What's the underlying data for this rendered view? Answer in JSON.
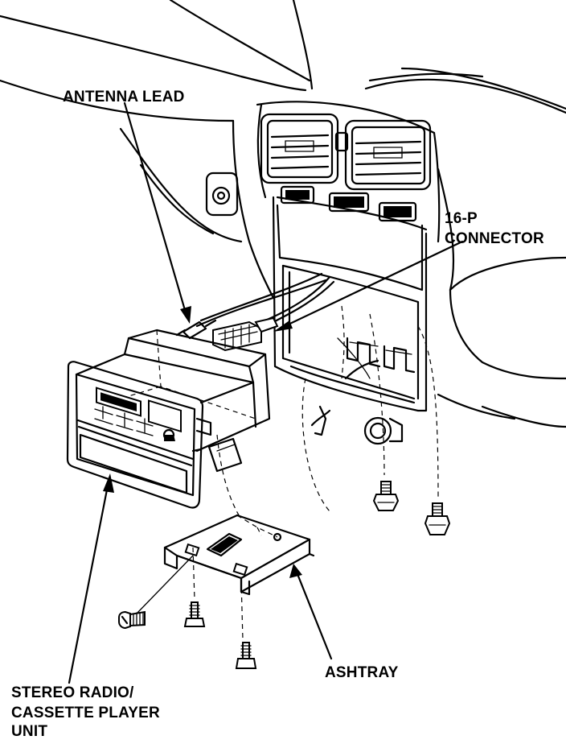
{
  "labels": {
    "antenna_lead": "ANTENNA LEAD",
    "connector_line1": "16-P",
    "connector_line2": "CONNECTOR",
    "ashtray": "ASHTRAY",
    "stereo_line1": "STEREO RADIO/",
    "stereo_line2": "CASSETTE PLAYER",
    "stereo_line3": "UNIT"
  }
}
